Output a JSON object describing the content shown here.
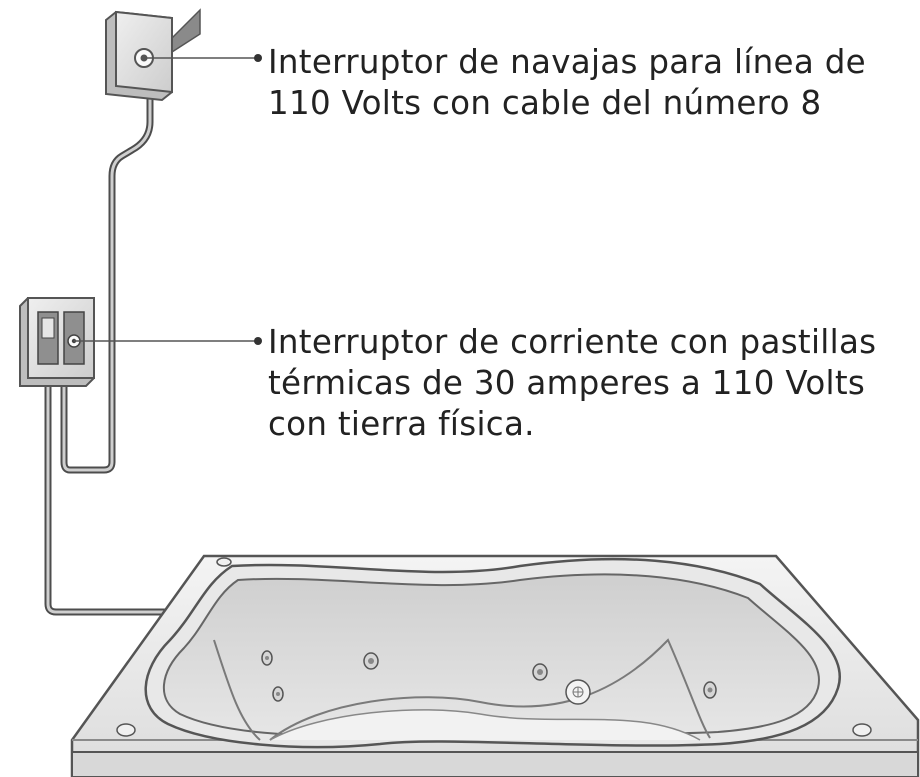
{
  "callouts": [
    {
      "lines": [
        "Interruptor de navajas para línea de",
        "110 Volts con cable del número 8"
      ]
    },
    {
      "lines": [
        "Interruptor de corriente con pastillas",
        "térmicas de 30 amperes a 110 Volts",
        "con tierra física."
      ]
    }
  ],
  "colors": {
    "line": "#6b6b6b",
    "device_fill": "#e4e4e4",
    "device_shade": "#c2c2c2",
    "tub_rim": "#ececec",
    "tub_shade": "#d2d2d2",
    "text": "#222222"
  },
  "icons": [
    "knife-switch-icon",
    "breaker-box-icon",
    "whirlpool-tub-icon"
  ]
}
